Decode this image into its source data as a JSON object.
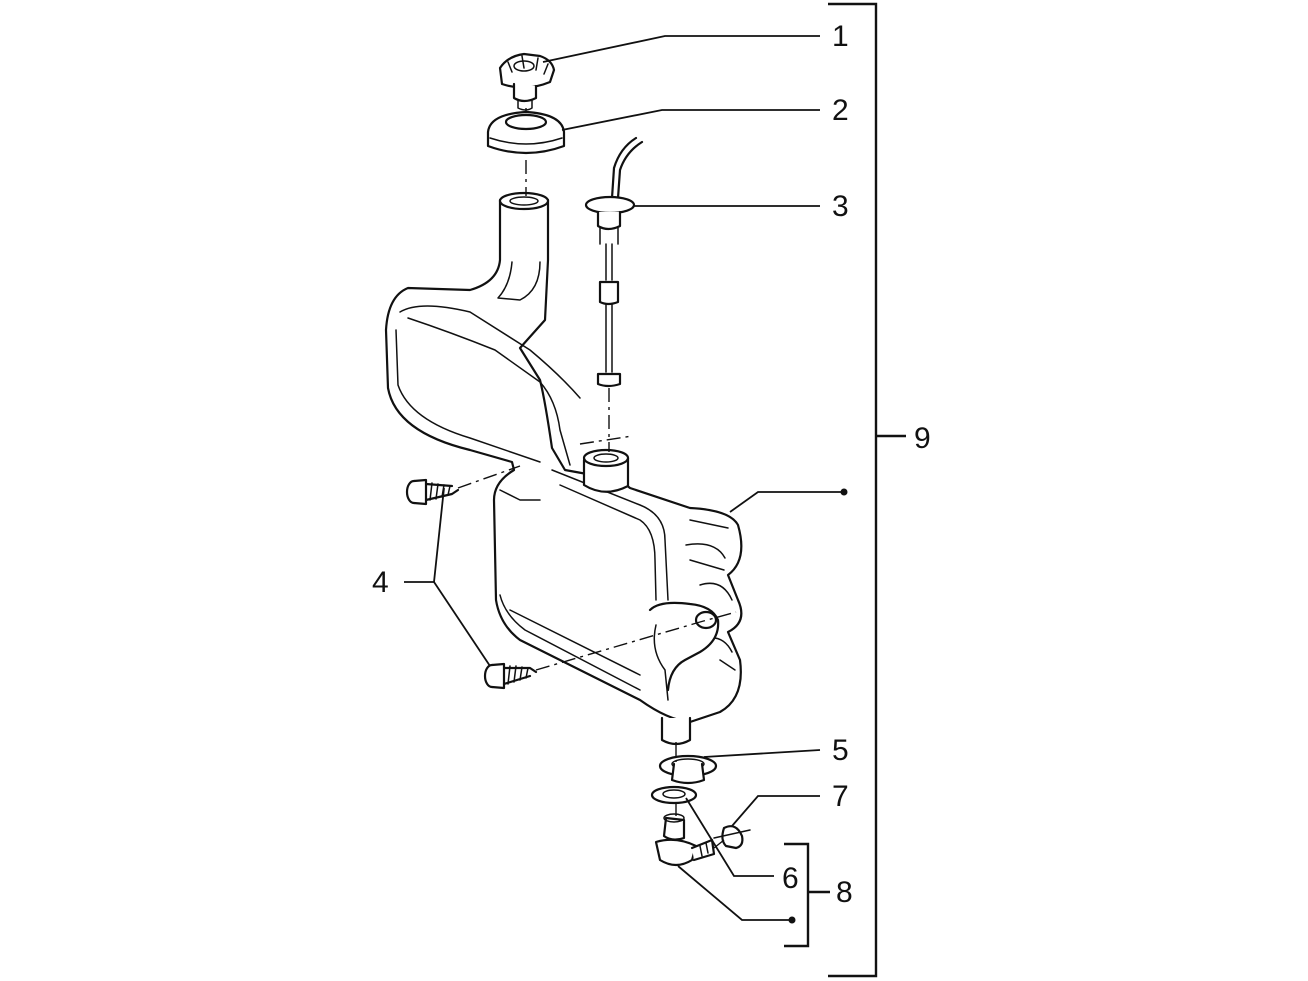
{
  "labels": {
    "l1": "1",
    "l2": "2",
    "l3": "3",
    "l4": "4",
    "l5": "5",
    "l6": "6",
    "l7": "7",
    "l8": "8",
    "l9": "9"
  },
  "colors": {
    "ink": "#111111",
    "background": "#ffffff"
  }
}
